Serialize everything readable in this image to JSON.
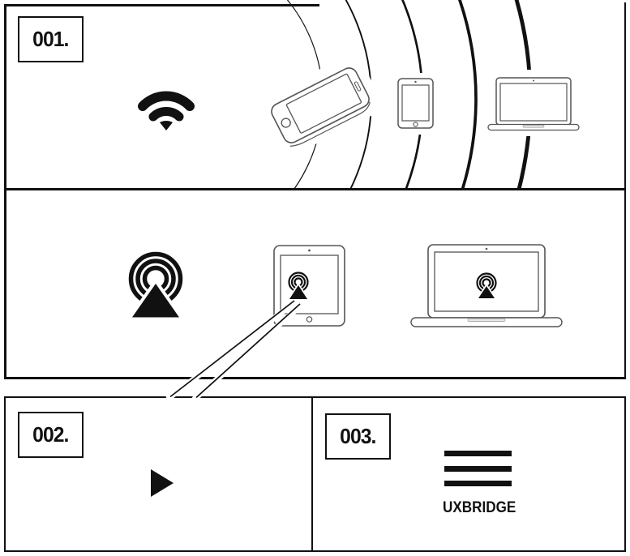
{
  "figure": {
    "description": "Three-step wireless casting instruction diagram",
    "steps": {
      "step1": {
        "label": "001."
      },
      "step2": {
        "label": "002."
      },
      "step3": {
        "label": "003.",
        "brand": "UXBRIDGE"
      }
    }
  },
  "icons": {
    "top_panel": [
      "wifi-icon",
      "signal-arcs",
      "smartphone",
      "tablet",
      "laptop"
    ],
    "middle_panel": [
      "airplay-icon",
      "tablet-with-airplay",
      "laptop-with-airplay",
      "callout-leader-lines"
    ],
    "bottom_left_panel": [
      "play-icon"
    ],
    "bottom_right_panel": [
      "menu-icon"
    ]
  },
  "colors": {
    "ink": "#111111",
    "device_stroke": "#555555",
    "background": "#ffffff"
  }
}
